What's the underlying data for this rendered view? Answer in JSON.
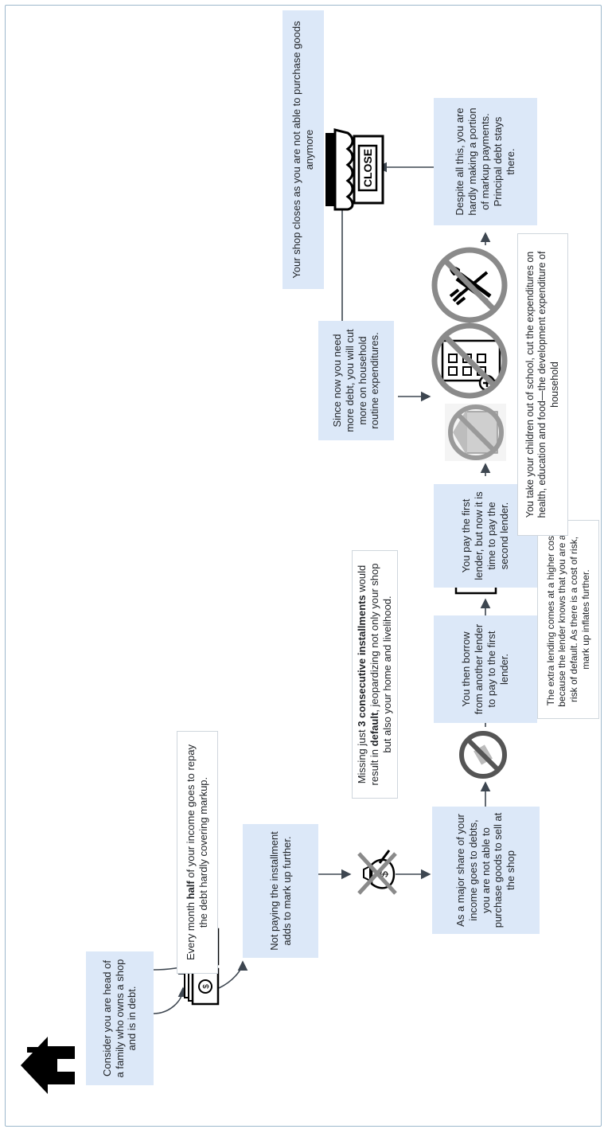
{
  "nodes": {
    "start": "Consider you are head of a family who owns a shop and is in debt.",
    "half_prefix": "Every month ",
    "half_bold": "half",
    "half_suffix": " of your income goes to repay the debt hardly covering markup.",
    "not_paying": "Not paying the installment adds to mark up further.",
    "missing_prefix": "Missing just ",
    "missing_bold1": "3 consecutive installments",
    "missing_mid": " would result in ",
    "missing_bold2": "default",
    "missing_suffix": ", jeopardizing not only your shop but also your home and livelihood.",
    "major_share": "As a major share of your income goes to debts, you are not able to purchase goods to sell at the shop",
    "borrow": "You then borrow from another lender to pay to the first lender.",
    "extra_lending": "The extra lending comes at a higher cost because the lender knows that you are at risk of default. As there is a cost of risk, mark up inflates further.",
    "pay_first": "You pay the first lender, but now it is time to pay the second lender.",
    "children": "You take your children out of school, cut the expenditures on health, education and food—the development expenditure of household",
    "despite": "Despite all this, you are hardly making a portion of markup payments. Principal debt stays there.",
    "shop_closes": "Your shop closes as you are not able to purchase goods anymore",
    "more_debt": "Since now you need more debt, you will cut more on household routine expenditures.",
    "close_sign": "CLOSE"
  },
  "icons": [
    "house-icon",
    "cash-stack-icon",
    "cash-stack-icon",
    "debt-bag-icon",
    "no-goods-icon",
    "contract-icon",
    "no-school-icon",
    "no-hospital-icon",
    "no-food-icon",
    "closed-shop-icon"
  ],
  "colors": {
    "box_blue": "#dce8f8",
    "arrow": "#3d4650",
    "prohibit": "#8a8a8a",
    "frame": "#9db8cc"
  }
}
